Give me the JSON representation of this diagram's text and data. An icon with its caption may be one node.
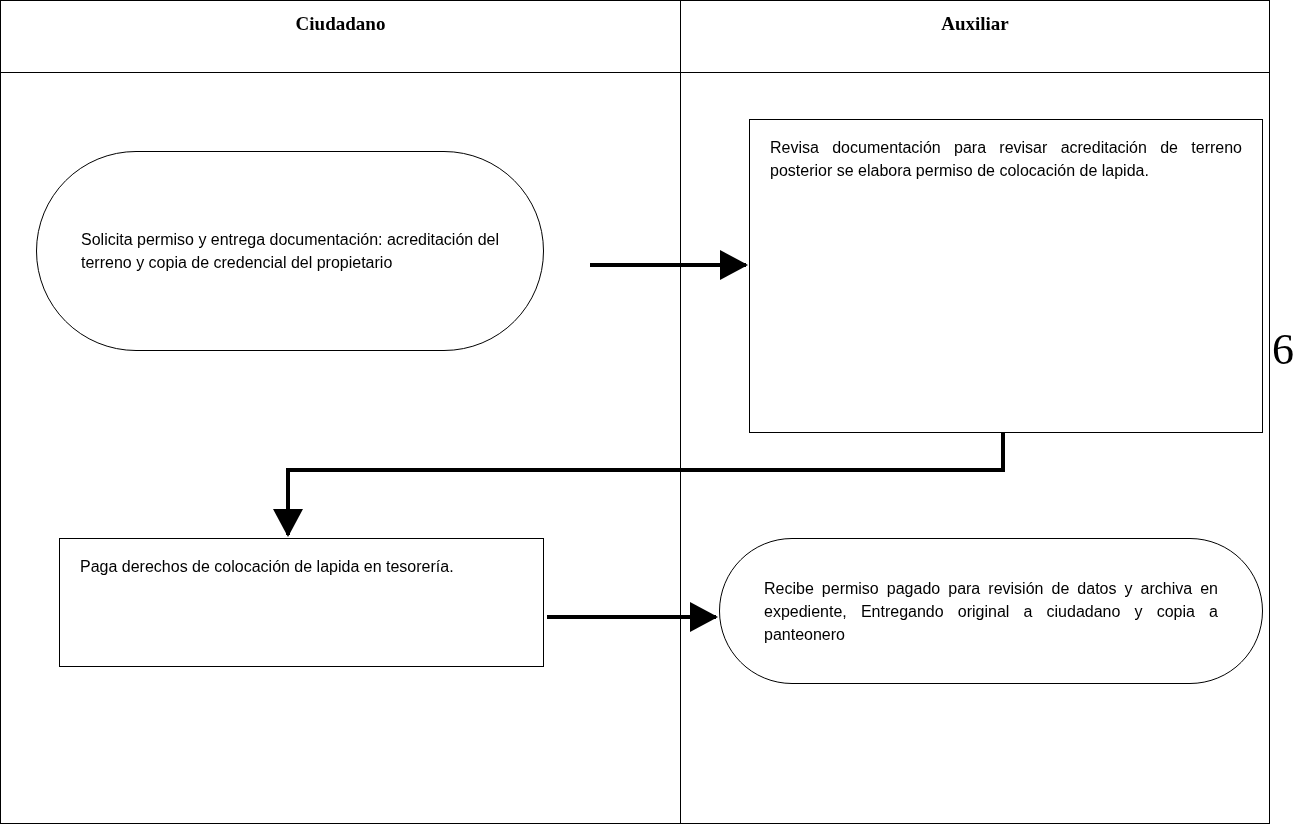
{
  "diagram": {
    "nodes": [
      {
        "text": [
          "Ciudadano"
        ]
      },
      {
        "text": [
          "Auxiliar"
        ]
      },
      {
        "text": [
          "Solicita permiso y entrega documentación: acreditación del terreno y copia de credencial del propietario"
        ],
        "in": 0
      },
      {
        "text": [
          "Revisa documentación para revisar acreditación de terreno posterior se elabora permiso de colocación de lapida."
        ],
        "in": 1
      },
      {
        "text": [
          "Paga derechos de colocación de lapida en tesorería."
        ],
        "in": 0
      },
      {
        "text": [
          "Recibe permiso pagado para revisión de datos y archiva en expediente, Entregando original a ciudadano y copia a panteonero"
        ],
        "in": 1
      }
    ],
    "edges": [
      {
        "from": 2,
        "to": 3,
        "arrow": "to"
      },
      {
        "from": 3,
        "to": 4,
        "arrow": "to"
      },
      {
        "from": 4,
        "to": 5,
        "arrow": "to"
      }
    ],
    "labels": [
      "6"
    ]
  }
}
